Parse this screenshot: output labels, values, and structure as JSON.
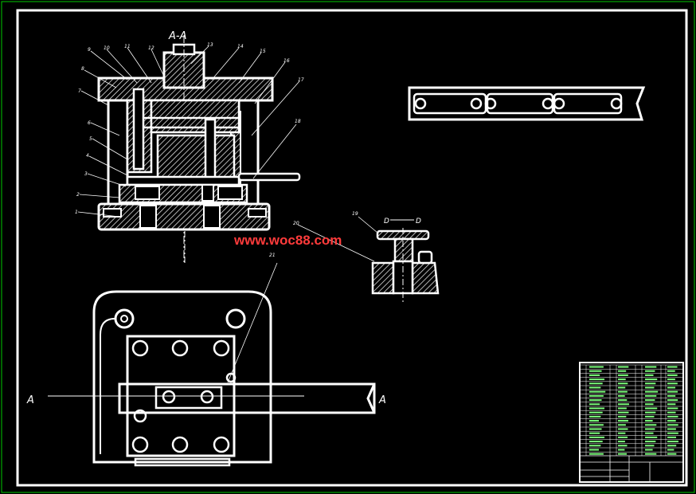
{
  "drawing": {
    "section_label": "A-A",
    "cut_label_left": "A",
    "cut_label_right": "A",
    "detail_label_left": "D",
    "detail_label_right": "D",
    "watermark": "www.woc88.com",
    "part_numbers": [
      "1",
      "2",
      "3",
      "4",
      "5",
      "6",
      "7",
      "8",
      "9",
      "10",
      "11",
      "12",
      "13",
      "14",
      "15",
      "16",
      "17",
      "18",
      "19",
      "20",
      "21"
    ]
  },
  "colors": {
    "background": "#000000",
    "outer_frame": "#00c800",
    "lines": "#ffffff",
    "hatch": "#ffffff",
    "watermark": "#ff3b3b",
    "table_text": "#7dff7d"
  }
}
